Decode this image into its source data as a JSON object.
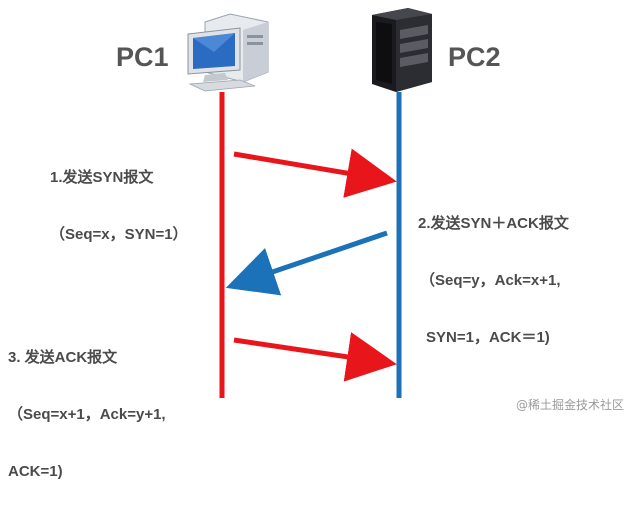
{
  "nodes": {
    "pc1": {
      "label": "PC1",
      "icon": "desktop-computer-icon",
      "line_color": "#e8161b"
    },
    "pc2": {
      "label": "PC2",
      "icon": "server-tower-icon",
      "line_color": "#1b72b8"
    }
  },
  "steps": [
    {
      "line1": "1.发送SYN报文",
      "line2": "（Seq=x，SYN=1）",
      "line3": "",
      "direction": "pc1-to-pc2",
      "color": "#e8161b"
    },
    {
      "line1": "2.发送SYN＋ACK报文",
      "line2": "（Seq=y，Ack=x+1,",
      "line3": "SYN=1，ACK＝1)",
      "direction": "pc2-to-pc1",
      "color": "#1b72b8"
    },
    {
      "line1": "3. 发送ACK报文",
      "line2": "（Seq=x+1，Ack=y+1,",
      "line3": "ACK=1)",
      "direction": "pc1-to-pc2",
      "color": "#e8161b"
    }
  ],
  "watermark": "@稀土掘金技术社区"
}
